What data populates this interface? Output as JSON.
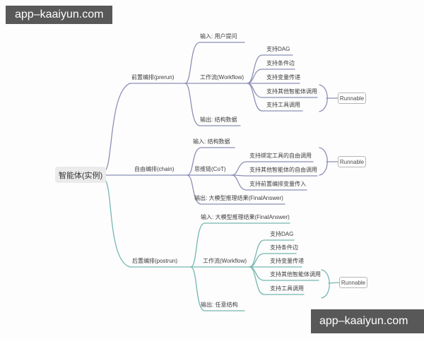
{
  "watermark": {
    "text": "app–kaaiyun.com"
  },
  "root": {
    "label": "智能体(实例)"
  },
  "runnable": {
    "label": "Runnable"
  },
  "colors": {
    "branch_primary": "#8d8fb5",
    "branch_secondary": "#74b7b0",
    "text": "#3d3d3d",
    "root_bg": "#ebebeb",
    "box_border": "#b6b6b6",
    "watermark_bg": "#585858"
  },
  "prerun": {
    "label": "前置编排(prerun)",
    "input": "输入: 用户提问",
    "workflow": "工作流(Workflow)",
    "output": "输出: 结构数据",
    "workflow_features": [
      "支持DAG",
      "支持条件边",
      "支持变量传递",
      "支持其他智能体调用",
      "支持工具调用"
    ]
  },
  "chain": {
    "label": "自由编排(chain)",
    "input": "输入: 结构数据",
    "cot": "思维链(CoT)",
    "output": "输出: 大模型推理结果(FinalAnswer)",
    "cot_features": [
      "支持绑定工具的自由调用",
      "支持其他智能体的自由调用",
      "支持前置编排变量传入"
    ]
  },
  "postrun": {
    "label": "后置编排(postrun)",
    "input": "输入: 大模型推理结果(FinalAnswer)",
    "workflow": "工作流(Workflow)",
    "output": "输出: 任意结构",
    "workflow_features": [
      "支持DAG",
      "支持条件边",
      "支持变量传递",
      "支持其他智能体调用",
      "支持工具调用"
    ]
  }
}
